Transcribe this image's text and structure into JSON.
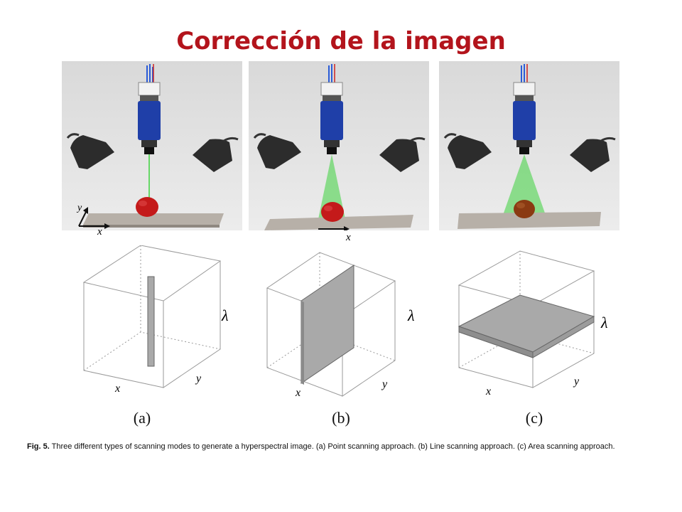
{
  "title": "Corrección de la imagen",
  "panels": [
    {
      "label": "(a)",
      "scene_axes": {
        "x": "x",
        "y": "y"
      },
      "cube_axes": {
        "x": "x",
        "y": "y",
        "lambda": "λ"
      }
    },
    {
      "label": "(b)",
      "scene_axes": {
        "x": "x"
      },
      "cube_axes": {
        "x": "x",
        "y": "y",
        "lambda": "λ"
      }
    },
    {
      "label": "(c)",
      "cube_axes": {
        "x": "x",
        "y": "y",
        "lambda": "λ"
      }
    }
  ],
  "caption": {
    "prefix": "Fig. 5.",
    "text": " Three different types of scanning modes to generate a hyperspectral image. (a) Point scanning approach. (b) Line scanning approach. (c) Area scanning approach."
  },
  "colors": {
    "title": "#b3141c",
    "camera": "#1f3fa8",
    "light": "#3cd23c",
    "apple": "#c41a1a",
    "belt": "#b7b0a8",
    "slice": "#a9a9a9"
  },
  "icons": [
    "camera-icon",
    "lamp-icon",
    "apple-icon"
  ]
}
